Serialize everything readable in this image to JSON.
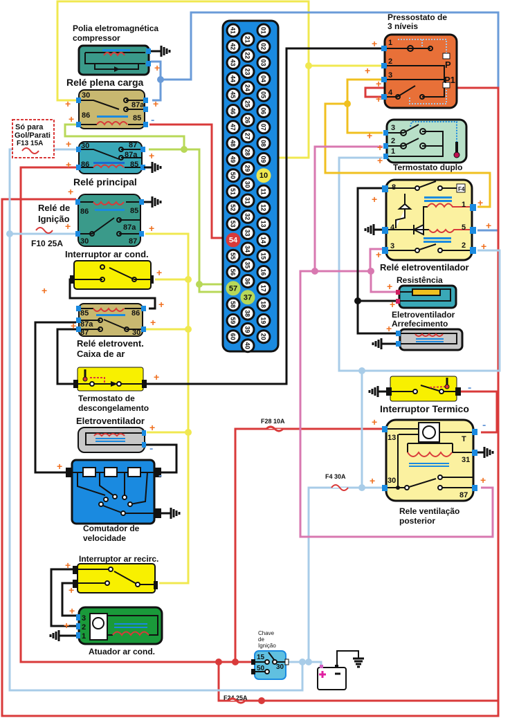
{
  "colors": {
    "wire_red": "#d93a3a",
    "wire_yellow": "#f0e850",
    "wire_blue": "#6a9bd8",
    "wire_lightblue": "#a8cce8",
    "wire_green": "#b8d858",
    "wire_orange": "#f0c020",
    "wire_pink": "#d878b0",
    "wire_black": "#111111",
    "ecu_blue": "#1a8ae0",
    "plus_orange": "#f07020"
  },
  "components": {
    "polia": {
      "label1": "Polia eletromagnética",
      "label2": "compressor"
    },
    "rele_plena": {
      "label": "Relé plena carga",
      "pins": [
        "30",
        "87a",
        "86",
        "85"
      ]
    },
    "fuse_f13": {
      "label1": "Só para",
      "label2": "Gol/Parati",
      "label3": "F13  15A"
    },
    "rele_principal": {
      "label": "Relé principal",
      "pins": [
        "30",
        "87",
        "87a",
        "86",
        "85"
      ]
    },
    "rele_ignicao": {
      "label1": "Relé de",
      "label2": "Ignição",
      "pins": [
        "86",
        "85",
        "87a",
        "30",
        "87"
      ]
    },
    "fuse_f10": {
      "label": "F10 25A"
    },
    "interruptor_ar": {
      "label": "Interruptor ar cond."
    },
    "rele_eletrovent_caixa": {
      "label1": "Relé eletrovent.",
      "label2": "Caixa de ar",
      "pins": [
        "85",
        "86",
        "87a",
        "87",
        "30"
      ]
    },
    "termostato_desc": {
      "label1": "Termostato de",
      "label2": "descongelamento"
    },
    "eletroventilador": {
      "label": "Eletroventilador"
    },
    "comutador": {
      "label1": "Comutador de",
      "label2": "velocidade"
    },
    "interruptor_recirc": {
      "label": "Interruptor ar recirc."
    },
    "atuador": {
      "label": "Atuador ar cond.",
      "pins": [
        "3",
        "2",
        "1"
      ]
    },
    "pressostato": {
      "label1": "Pressostato de",
      "label2": "3 níveis",
      "pins": [
        "1",
        "2",
        "3",
        "4"
      ],
      "sensors": [
        "P",
        "P1"
      ]
    },
    "termostato_duplo": {
      "label": "Termostato duplo",
      "pins": [
        "3",
        "2",
        "1"
      ]
    },
    "rele_eletroventilador": {
      "label": "Relé eletroventilador",
      "pins": [
        "8",
        "4",
        "3",
        "1",
        "5",
        "2"
      ],
      "fuse_tag": "F4"
    },
    "resistencia": {
      "label": "Resistência"
    },
    "eletrovent_arref": {
      "label1": "Eletroventilador",
      "label2": "Arrefecimento"
    },
    "interruptor_termico": {
      "label": "Interruptor Termico"
    },
    "rele_vent_post": {
      "label1": "Rele ventilação",
      "label2": "posterior",
      "pins": [
        "13",
        "T",
        "31",
        "30",
        "87"
      ]
    },
    "fuse_f28": {
      "label": "F28 10A"
    },
    "fuse_f4": {
      "label": "F4 30A"
    },
    "fuse_f24": {
      "label": "F24 25A"
    },
    "chave_ignicao": {
      "label1": "Chave",
      "label2": "de",
      "label3": "Ignição",
      "pins": [
        "15",
        "50",
        "30"
      ]
    }
  },
  "ecu": {
    "col_left": [
      "41",
      "42",
      "43",
      "44",
      "45",
      "46",
      "47",
      "48",
      "49",
      "50",
      "51",
      "52",
      "53",
      "54",
      "55",
      "56",
      "57",
      "58",
      "59",
      "60"
    ],
    "col_mid": [
      "21",
      "22",
      "23",
      "24",
      "25",
      "26",
      "27",
      "28",
      "29",
      "30",
      "31",
      "32",
      "33",
      "34",
      "35",
      "36",
      "37",
      "38",
      "39",
      "40"
    ],
    "col_right": [
      "01",
      "02",
      "03",
      "04",
      "05",
      "06",
      "07",
      "08",
      "09",
      "10",
      "11",
      "12",
      "13",
      "14",
      "15",
      "16",
      "17",
      "18",
      "19",
      "20"
    ],
    "highlighted": {
      "10": "yellow",
      "54": "red",
      "57": "green",
      "37": "green"
    }
  },
  "symbols": {
    "plus": "+",
    "minus": "-"
  }
}
